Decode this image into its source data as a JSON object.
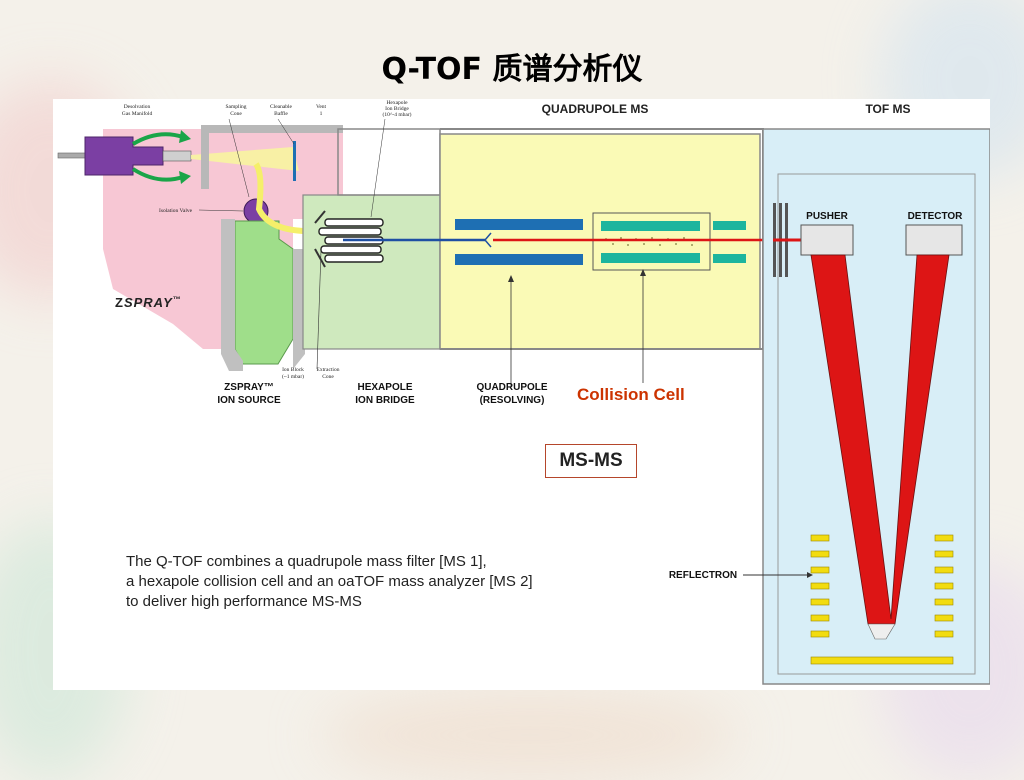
{
  "slide": {
    "title": "Q-TOF 质谱分析仪"
  },
  "diagram": {
    "sections": {
      "quadrupole_ms": "QUADRUPOLE MS",
      "tof_ms": "TOF MS"
    },
    "small_labels": {
      "desolvation": [
        "Desolvation",
        "Gas Manifold"
      ],
      "sampling_cone": [
        "Sampling",
        "Cone"
      ],
      "cleanable_baffle": [
        "Cleanable",
        "Baffle"
      ],
      "vent": [
        "Vent",
        "1"
      ],
      "hexapole_bridge": [
        "Hexapole",
        "Ion Bridge",
        "(10^-4 mbar)"
      ],
      "isolation_valve": "Isolation Valve",
      "ion_block": [
        "Ion Block",
        "(~1 mbar)"
      ],
      "extraction_cone": [
        "Extraction",
        "Cone"
      ]
    },
    "zspray_logo": {
      "z": "Z",
      "text": "SPRAY",
      "tm": "™"
    },
    "component_labels": {
      "ion_source": {
        "line1": "ZSPRAY™",
        "line2": "ION SOURCE"
      },
      "hexapole": {
        "line1": "HEXAPOLE",
        "line2": "ION BRIDGE"
      },
      "quadrupole": {
        "line1": "QUADRUPOLE",
        "line2": "(RESOLVING)"
      },
      "pusher": "PUSHER",
      "detector": "DETECTOR",
      "reflectron": "REFLECTRON"
    },
    "collision_cell": "Collision Cell",
    "msms_box": "MS-MS",
    "description": [
      "The Q-TOF combines a quadrupole mass filter [MS 1],",
      "a hexapole collision cell and an oaTOF mass analyzer [MS 2]",
      "to deliver high performance MS-MS"
    ],
    "colors": {
      "source_pink": "#f7c7d4",
      "source_green": "#9fde8a",
      "hexapole_green": "#cfe9be",
      "quad_yellow": "#fafab6",
      "tof_blue": "#d8eef7",
      "rod_blue": "#1e6fb3",
      "cell_teal": "#1db59e",
      "beam_red": "#dd1515",
      "reflectron_yellow": "#f2dc10",
      "collision_label": "#cc3300"
    }
  }
}
